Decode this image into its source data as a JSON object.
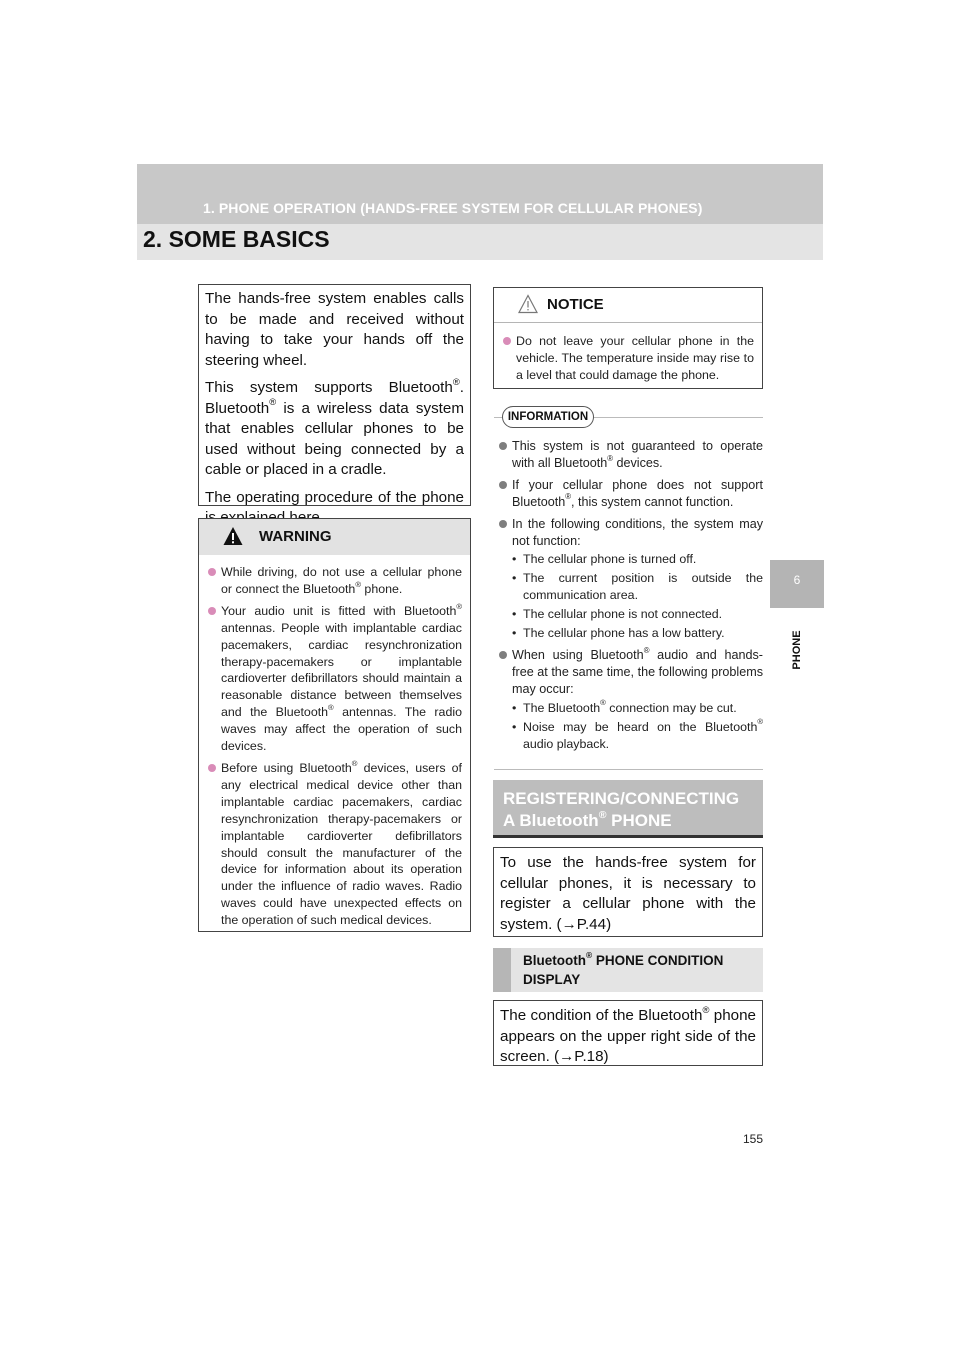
{
  "header": {
    "section_title": "1. PHONE OPERATION (HANDS-FREE SYSTEM FOR CELLULAR PHONES)",
    "page_heading": "2. SOME BASICS"
  },
  "side_tab": {
    "number": "6",
    "label": "PHONE"
  },
  "intro": {
    "p1": "The hands-free system enables calls to be made and received without having to take your hands off the steering wheel.",
    "p2_a": "This system supports Bluetooth",
    "p2_b": ". Bluetooth",
    "p2_c": " is a wireless data system that enables cellular phones to be used without being connected by a cable or placed in a cradle.",
    "p3": "The operating procedure of the phone is explained here.",
    "reg_mark": "®"
  },
  "warning": {
    "title": "WARNING",
    "items": [
      {
        "a": "While driving, do not use a cellular phone or connect the Bluetooth",
        "b": " phone."
      },
      {
        "a": "Your audio unit is fitted with Bluetooth",
        "b": " antennas. People with implantable cardiac pacemakers, cardiac resynchronization therapy-pacemakers or implantable cardioverter defibrillators should maintain a reasonable distance between themselves and the Bluetooth",
        "c": " antennas. The radio waves may affect the operation of such devices."
      },
      {
        "a": "Before using Bluetooth",
        "b": " devices, users of any electrical medical device other than implantable cardiac pacemakers, cardiac resynchronization therapy-pacemakers or implantable cardioverter defibrillators should consult the manufacturer of the device for information about its operation under the influence of radio waves. Radio waves could have unexpected effects on the operation of such medical devices."
      }
    ]
  },
  "notice": {
    "title": "NOTICE",
    "item": "Do not leave your cellular phone in the vehicle. The temperature inside may rise to a level that could damage the phone."
  },
  "information": {
    "badge": "INFORMATION",
    "items": [
      {
        "a": "This system is not guaranteed to operate with all Bluetooth",
        "b": " devices."
      },
      {
        "a": "If your cellular phone does not support Bluetooth",
        "b": ", this system cannot function."
      },
      {
        "a": "In the following conditions, the system may not function:"
      },
      {
        "a": "When using Bluetooth",
        "b": " audio and hands-free at the same time, the following problems may occur:"
      }
    ],
    "conditions": [
      "The cellular phone is turned off.",
      "The current position is outside the communication area.",
      "The cellular phone is not connected.",
      "The cellular phone has a low battery."
    ],
    "problems": [
      {
        "a": "The Bluetooth",
        "b": " connection may be cut."
      },
      {
        "a": "Noise may be heard on the Bluetooth",
        "b": " audio playback."
      }
    ]
  },
  "registering": {
    "title_line1": "REGISTERING/CONNECTING",
    "title_line2_a": "A Bluetooth",
    "title_line2_b": " PHONE",
    "body": "To use the hands-free system for cellular phones, it is necessary to register a cellular phone with the system. (→P.44)"
  },
  "condition_display": {
    "title_line1_a": "Bluetooth",
    "title_line1_b": " PHONE CONDITION",
    "title_line2": "DISPLAY",
    "body_a": "The condition of the Bluetooth",
    "body_b": " phone appears on the upper right side of the screen. (→P.18)"
  },
  "page_number": "155"
}
